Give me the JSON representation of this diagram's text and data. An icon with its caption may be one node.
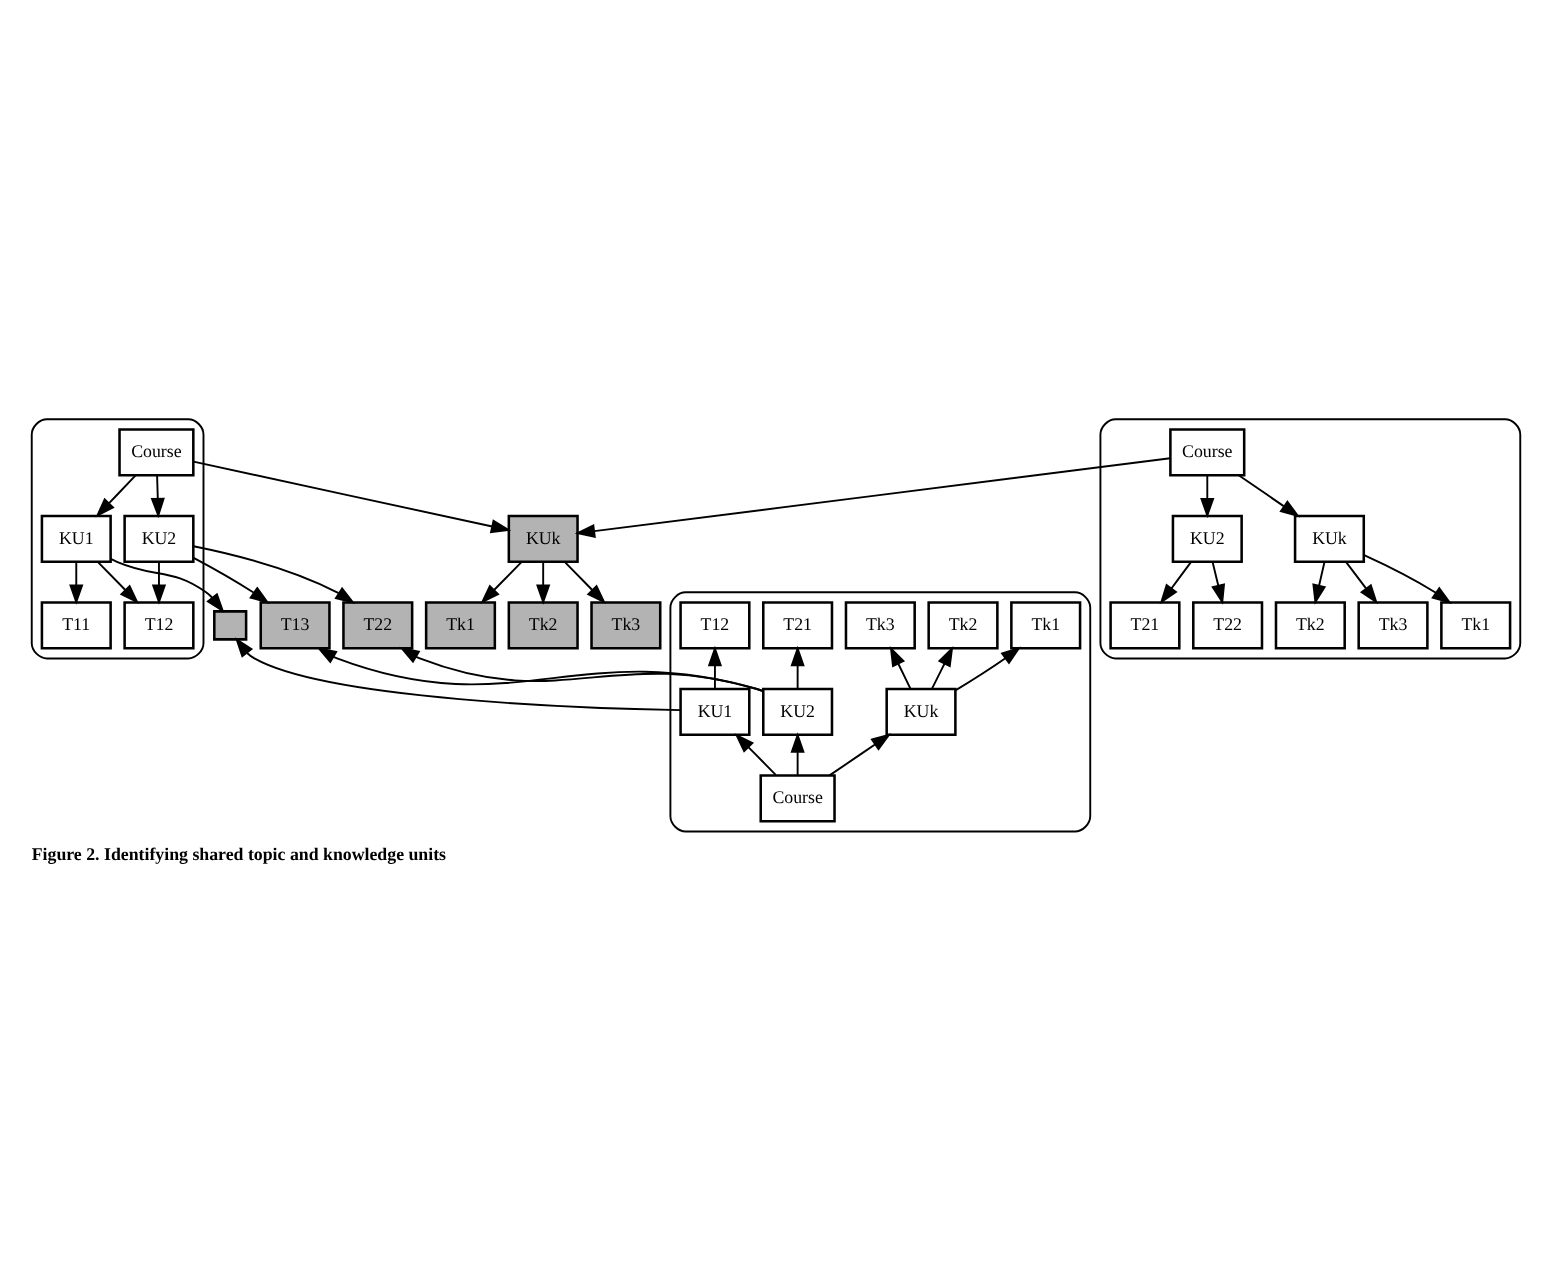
{
  "diagram": {
    "caption": "Figure 2. Identifying shared topic and knowledge units",
    "nodes": [
      {
        "text": [],
        "shape": "ellipse"
      },
      {
        "text": [],
        "shape": "ellipse"
      },
      {
        "text": [],
        "shape": "ellipse"
      },
      {
        "text": [
          "Course"
        ],
        "in": 0
      },
      {
        "text": [
          "KU1"
        ],
        "in": 0
      },
      {
        "text": [
          "KU2"
        ],
        "in": 0
      },
      {
        "text": [
          "T11"
        ],
        "in": 0
      },
      {
        "text": [
          "T12"
        ],
        "in": 0
      },
      {
        "text": [],
        "shape": "box"
      },
      {
        "text": [
          "T13"
        ]
      },
      {
        "text": [
          "T22"
        ]
      },
      {
        "text": [
          "Course"
        ],
        "in": 1
      },
      {
        "text": [
          "KUk"
        ]
      },
      {
        "text": [
          "Tk1"
        ]
      },
      {
        "text": [
          "Tk2"
        ]
      },
      {
        "text": [
          "Tk3"
        ]
      },
      {
        "text": [
          "KU2"
        ],
        "in": 1
      },
      {
        "text": [
          "KUk"
        ],
        "in": 1
      },
      {
        "text": [
          "T21"
        ],
        "in": 1
      },
      {
        "text": [
          "T22"
        ],
        "in": 1
      },
      {
        "text": [
          "Tk1"
        ],
        "in": 1
      },
      {
        "text": [
          "Tk2"
        ],
        "in": 1
      },
      {
        "text": [
          "Tk3"
        ],
        "in": 1
      },
      {
        "text": [
          "T12"
        ],
        "in": 2
      },
      {
        "text": [
          "T21"
        ],
        "in": 2
      },
      {
        "text": [
          "Tk1"
        ],
        "in": 2
      },
      {
        "text": [
          "Tk2"
        ],
        "in": 2
      },
      {
        "text": [
          "Tk3"
        ],
        "in": 2
      },
      {
        "text": [
          "KU1"
        ],
        "in": 2
      },
      {
        "text": [
          "KU2"
        ],
        "in": 2
      },
      {
        "text": [
          "KUk"
        ],
        "in": 2
      },
      {
        "text": [
          "Course"
        ],
        "in": 2
      }
    ],
    "edges": [
      {
        "from": 3,
        "to": 4,
        "arrow": "to"
      },
      {
        "from": 3,
        "to": 5,
        "arrow": "to"
      },
      {
        "from": 3,
        "to": 12,
        "arrow": "to"
      },
      {
        "from": 4,
        "to": 6,
        "arrow": "to"
      },
      {
        "from": 4,
        "to": 7,
        "arrow": "to"
      },
      {
        "from": 4,
        "to": 8,
        "arrow": "to"
      },
      {
        "from": 5,
        "to": 7,
        "arrow": "to"
      },
      {
        "from": 5,
        "to": 9,
        "arrow": "to"
      },
      {
        "from": 5,
        "to": 10,
        "arrow": "to"
      },
      {
        "from": 11,
        "to": 12,
        "arrow": "to"
      },
      {
        "from": 11,
        "to": 16,
        "arrow": "to"
      },
      {
        "from": 11,
        "to": 17,
        "arrow": "to"
      },
      {
        "from": 12,
        "to": 13,
        "arrow": "to"
      },
      {
        "from": 12,
        "to": 14,
        "arrow": "to"
      },
      {
        "from": 12,
        "to": 15,
        "arrow": "to"
      },
      {
        "from": 16,
        "to": 18,
        "arrow": "to"
      },
      {
        "from": 16,
        "to": 19,
        "arrow": "to"
      },
      {
        "from": 17,
        "to": 20,
        "arrow": "to"
      },
      {
        "from": 17,
        "to": 21,
        "arrow": "to"
      },
      {
        "from": 17,
        "to": 22,
        "arrow": "to"
      },
      {
        "from": 31,
        "to": 28,
        "arrow": "to"
      },
      {
        "from": 31,
        "to": 29,
        "arrow": "to"
      },
      {
        "from": 31,
        "to": 30,
        "arrow": "to"
      },
      {
        "from": 28,
        "to": 23,
        "arrow": "to"
      },
      {
        "from": 28,
        "to": 8,
        "arrow": "to"
      },
      {
        "from": 29,
        "to": 24,
        "arrow": "to"
      },
      {
        "from": 29,
        "to": 9,
        "arrow": "to"
      },
      {
        "from": 29,
        "to": 10,
        "arrow": "to"
      },
      {
        "from": 30,
        "to": 25,
        "arrow": "to"
      },
      {
        "from": 30,
        "to": 26,
        "arrow": "to"
      },
      {
        "from": 30,
        "to": 27,
        "arrow": "to"
      }
    ]
  }
}
